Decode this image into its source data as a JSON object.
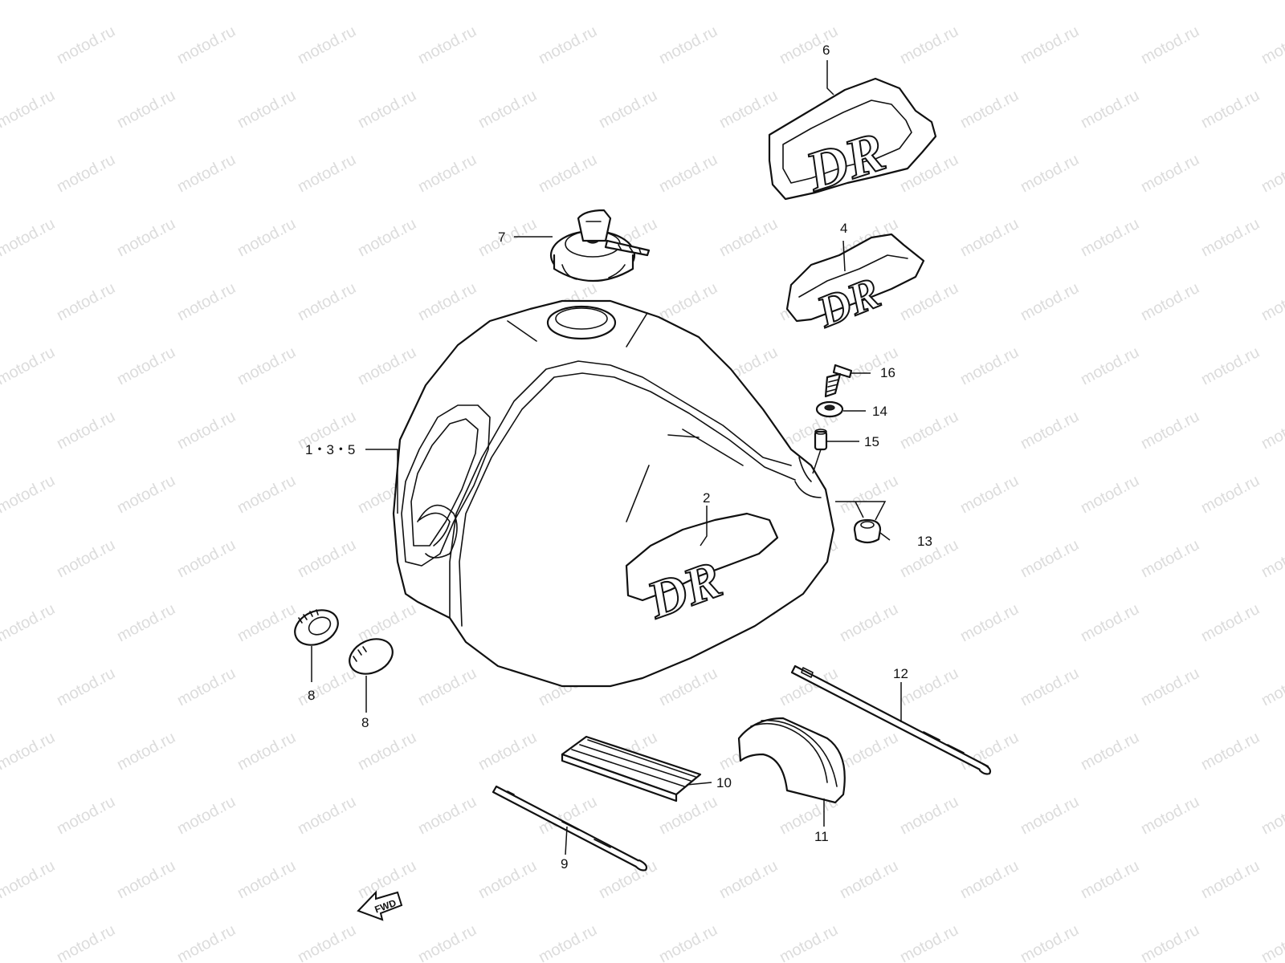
{
  "watermark": "motod.ru",
  "fwd_label": "FWD",
  "callouts": {
    "tank": "1・3・5",
    "decal_tank": "2",
    "decal_4": "4",
    "decal_6": "6",
    "fuel_cap": "7",
    "cap_8a": "8",
    "cap_8b": "8",
    "band_9": "9",
    "pad_10": "10",
    "cushion_11": "11",
    "band_12": "12",
    "cushion_13": "13",
    "washer_14": "14",
    "collar_15": "15",
    "bolt_16": "16"
  }
}
